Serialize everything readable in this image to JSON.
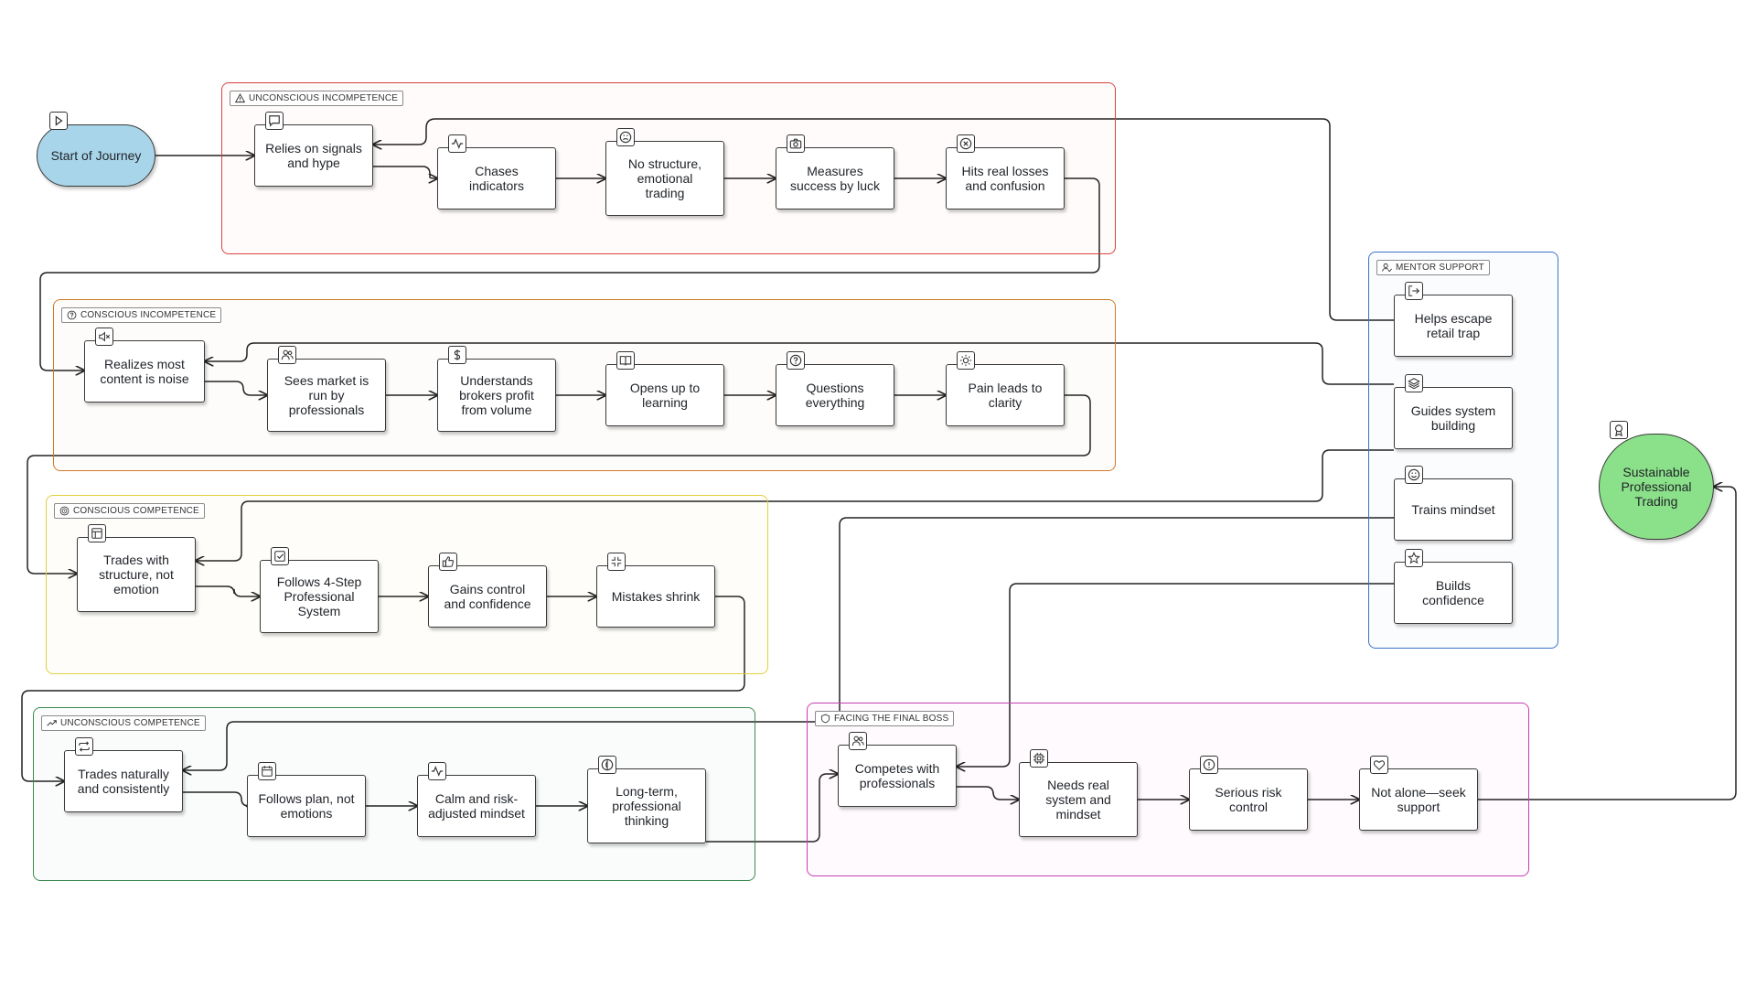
{
  "colors": {
    "unconscious_incompetence": "#d9423d",
    "conscious_incompetence": "#d07a2a",
    "conscious_competence": "#e3cf3d",
    "unconscious_competence": "#3d8a4e",
    "facing_final_boss": "#c63fb3",
    "mentor_support": "#3b74c9",
    "start_fill": "#a9d5ea",
    "end_fill": "#8be08a"
  },
  "start": {
    "label": "Start of Journey",
    "icon": "play-icon"
  },
  "end": {
    "label": "Sustainable\nProfessional\nTrading",
    "icon": "award-icon"
  },
  "groups": {
    "g1": {
      "title": "UNCONSCIOUS INCOMPETENCE",
      "icon": "warning-icon"
    },
    "g2": {
      "title": "CONSCIOUS INCOMPETENCE",
      "icon": "help-circle-icon"
    },
    "g3": {
      "title": "CONSCIOUS COMPETENCE",
      "icon": "target-icon"
    },
    "g4": {
      "title": "UNCONSCIOUS COMPETENCE",
      "icon": "trending-up-icon"
    },
    "g5": {
      "title": "FACING THE FINAL BOSS",
      "icon": "shield-icon"
    },
    "g6": {
      "title": "MENTOR SUPPORT",
      "icon": "user-check-icon"
    }
  },
  "nodes": {
    "n1": "Relies on signals\nand hype",
    "n2": "Chases\nindicators",
    "n3": "No structure,\nemotional\ntrading",
    "n4": "Measures\nsuccess by luck",
    "n5": "Hits real losses\nand confusion",
    "n6": "Realizes most\ncontent is noise",
    "n7": "Sees market is\nrun by\nprofessionals",
    "n8": "Understands\nbrokers profit\nfrom volume",
    "n9": "Opens up to\nlearning",
    "n10": "Questions\neverything",
    "n11": "Pain leads to\nclarity",
    "n12": "Trades with\nstructure, not\nemotion",
    "n13": "Follows 4-Step\nProfessional\nSystem",
    "n14": "Gains control\nand confidence",
    "n15": "Mistakes shrink",
    "n16": "Trades naturally\nand consistently",
    "n17": "Follows plan, not\nemotions",
    "n18": "Calm and risk-\nadjusted mindset",
    "n19": "Long-term,\nprofessional\nthinking",
    "n20": "Competes with\nprofessionals",
    "n21": "Needs real\nsystem and\nmindset",
    "n22": "Serious risk\ncontrol",
    "n23": "Not alone—seek\nsupport",
    "m1": "Helps escape\nretail trap",
    "m2": "Guides system\nbuilding",
    "m3": "Trains mindset",
    "m4": "Builds\nconfidence"
  },
  "node_icons": {
    "n1": "message-icon",
    "n2": "activity-icon",
    "n3": "frown-icon",
    "n4": "camera-icon",
    "n5": "x-circle-icon",
    "n6": "volume-off-icon",
    "n7": "users-icon",
    "n8": "dollar-icon",
    "n9": "book-icon",
    "n10": "help-circle-icon",
    "n11": "sun-icon",
    "n12": "layout-icon",
    "n13": "check-square-icon",
    "n14": "thumbs-up-icon",
    "n15": "shrink-icon",
    "n16": "repeat-icon",
    "n17": "calendar-icon",
    "n18": "activity-icon",
    "n19": "compass-icon",
    "n20": "users-icon",
    "n21": "cpu-icon",
    "n22": "alert-circle-icon",
    "n23": "heart-icon",
    "m1": "log-out-icon",
    "m2": "layers-icon",
    "m3": "smile-icon",
    "m4": "star-icon"
  }
}
